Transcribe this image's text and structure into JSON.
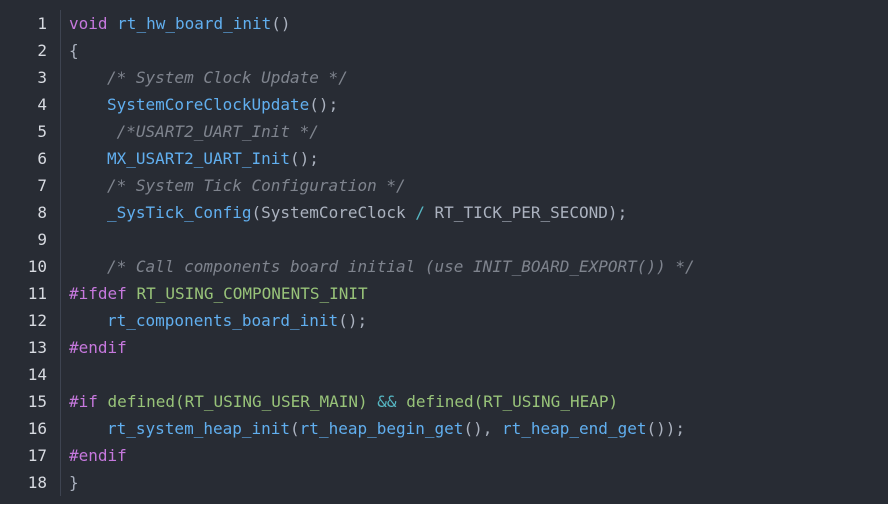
{
  "colors": {
    "background": "#282c34",
    "keyword": "#c678dd",
    "function": "#61afef",
    "comment": "#7f848e",
    "macro": "#98c379",
    "operator": "#56b6c2",
    "plain": "#abb2bf"
  },
  "line_numbers": [
    "1",
    "2",
    "3",
    "4",
    "5",
    "6",
    "7",
    "8",
    "9",
    "10",
    "11",
    "12",
    "13",
    "14",
    "15",
    "16",
    "17",
    "18"
  ],
  "code": {
    "l1": {
      "kw": "void",
      "fn": "rt_hw_board_init",
      "tail": "()"
    },
    "l2": {
      "text": "{"
    },
    "l3": {
      "comment": "/* System Clock Update */"
    },
    "l4": {
      "fn": "SystemCoreClockUpdate",
      "tail": "();"
    },
    "l5": {
      "comment": " /*USART2_UART_Init */"
    },
    "l6": {
      "fn": "MX_USART2_UART_Init",
      "tail": "();"
    },
    "l7": {
      "comment": "/* System Tick Configuration */"
    },
    "l8": {
      "fn": "_SysTick_Config",
      "open": "(SystemCoreClock ",
      "op": "/",
      "rest": " RT_TICK_PER_SECOND);"
    },
    "l9": {
      "text": ""
    },
    "l10": {
      "comment": "/* Call components board initial (use INIT_BOARD_EXPORT()) */"
    },
    "l11": {
      "kw": "#ifdef",
      "macro": "RT_USING_COMPONENTS_INIT"
    },
    "l12": {
      "fn": "rt_components_board_init",
      "tail": "();"
    },
    "l13": {
      "kw": "#endif"
    },
    "l14": {
      "text": ""
    },
    "l15": {
      "kw": "#if",
      "macro1": "defined(RT_USING_USER_MAIN)",
      "op": "&&",
      "macro2": "defined(RT_USING_HEAP)"
    },
    "l16": {
      "fn1": "rt_system_heap_init",
      "p1": "(",
      "fn2": "rt_heap_begin_get",
      "p2": "(), ",
      "fn3": "rt_heap_end_get",
      "p3": "());"
    },
    "l17": {
      "kw": "#endif"
    },
    "l18": {
      "text": "}"
    }
  }
}
